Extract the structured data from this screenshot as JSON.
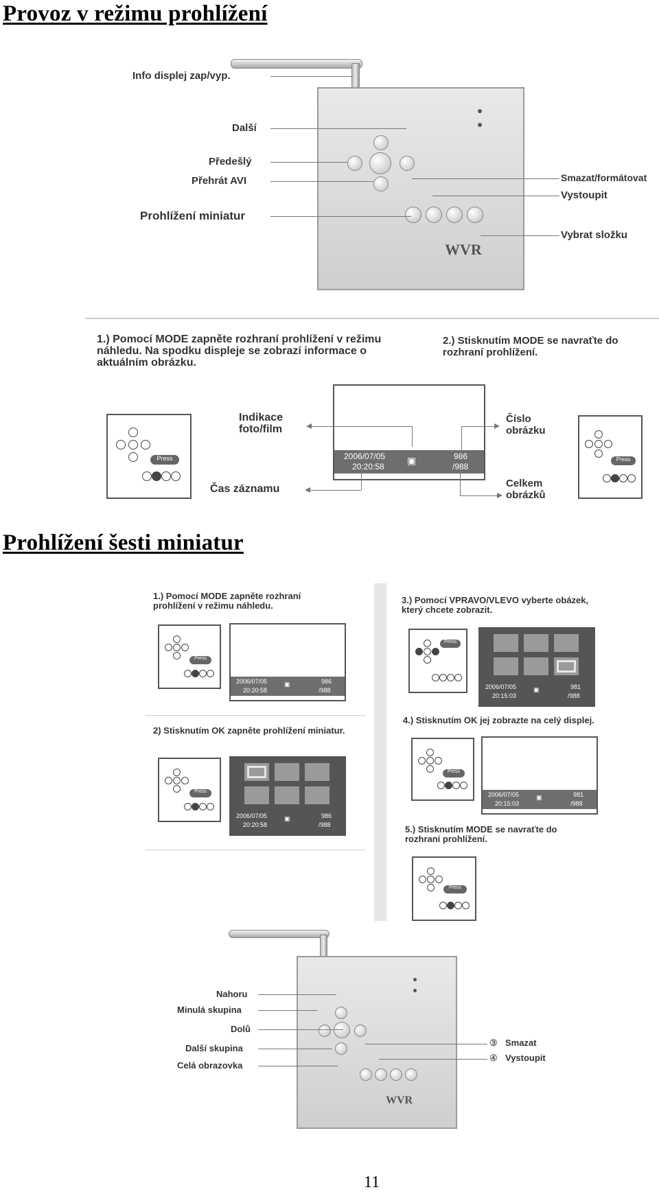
{
  "section1": {
    "title": "Provoz v režimu prohlížení",
    "labels": {
      "info": "Info displej zap/vyp.",
      "next": "Další",
      "prev": "Předešlý",
      "play": "Přehrát AVI",
      "thumbs": "Prohlížení miniatur",
      "delete": "Smazat/formátovat",
      "exit": "Vystoupit",
      "folder": "Vybrat složku"
    },
    "device": {
      "logo": "WVR"
    },
    "step1": "1.) Pomocí MODE zapněte rozhraní prohlížení v režimu náhledu. Na spodku displeje se zobrazí informace o aktuálním obrázku.",
    "step2": "2.) Stisknutím MODE se navraťte do rozhraní prohlížení.",
    "screen": {
      "date": "2006/07/05",
      "time": "20:20:58",
      "num": "986",
      "total": "/988"
    },
    "callouts": {
      "mode_ind": "Indikace foto/film",
      "rec_time": "Čas záznamu",
      "pic_no": "Číslo obrázku",
      "pic_total": "Celkem obrázků"
    },
    "press": "Press"
  },
  "section2": {
    "title": "Prohlížení šesti miniatur",
    "step1": "1.) Pomocí MODE zapněte rozhraní prohlížení v režimu náhledu.",
    "step2": "2) Stisknutím OK zapněte prohlížení miniatur.",
    "step3": "3.) Pomocí VPRAVO/VLEVO vyberte obázek, který chcete zobrazit.",
    "step4": "4.) Stisknutím OK jej zobrazte na celý displej.",
    "step5": "5.) Stisknutím MODE se navraťte do rozhraní prohlížení.",
    "screenA": {
      "date": "2006/07/05",
      "time": "20:20:58",
      "num": "986",
      "total": "/988"
    },
    "screenB": {
      "date": "2006/07/05",
      "time": "20:15:03",
      "num": "981",
      "total": "/988"
    },
    "labels": {
      "up": "Nahoru",
      "prev_group": "Minulá skupina",
      "down": "Dolů",
      "next_group": "Další skupina",
      "full": "Celá obrazovka",
      "delete": "Smazat",
      "exit": "Vystoupit"
    },
    "circled": {
      "three": "③",
      "four": "④"
    }
  },
  "page_number": "11"
}
